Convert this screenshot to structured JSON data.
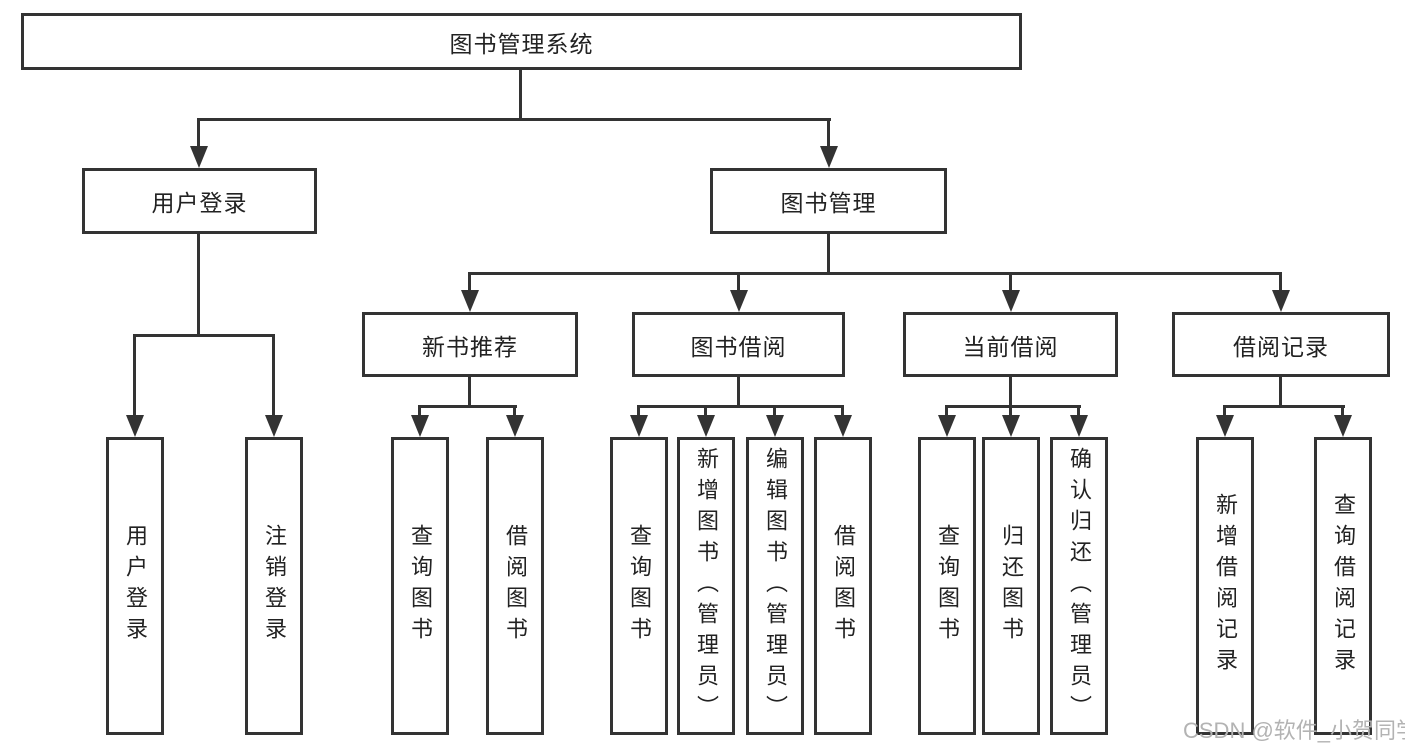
{
  "colors": {
    "line": "#333333",
    "text": "#222222",
    "box_background": "#ffffff",
    "watermark": "#b3b3b3"
  },
  "watermark": {
    "text": "CSDN @软件_小贺同学"
  },
  "tree": {
    "root": {
      "label": "图书管理系统"
    },
    "branches": [
      {
        "label": "用户登录",
        "children": [
          {
            "label": "用户登录"
          },
          {
            "label": "注销登录"
          }
        ]
      },
      {
        "label": "图书管理",
        "children": [
          {
            "label": "新书推荐",
            "children": [
              {
                "label": "查询图书"
              },
              {
                "label": "借阅图书"
              }
            ]
          },
          {
            "label": "图书借阅",
            "children": [
              {
                "label": "查询图书"
              },
              {
                "label": "新增图书（管理员）"
              },
              {
                "label": "编辑图书（管理员）"
              },
              {
                "label": "借阅图书"
              }
            ]
          },
          {
            "label": "当前借阅",
            "children": [
              {
                "label": "查询图书"
              },
              {
                "label": "归还图书"
              },
              {
                "label": "确认归还（管理员）"
              }
            ]
          },
          {
            "label": "借阅记录",
            "children": [
              {
                "label": "新增借阅记录"
              },
              {
                "label": "查询借阅记录"
              }
            ]
          }
        ]
      }
    ]
  }
}
